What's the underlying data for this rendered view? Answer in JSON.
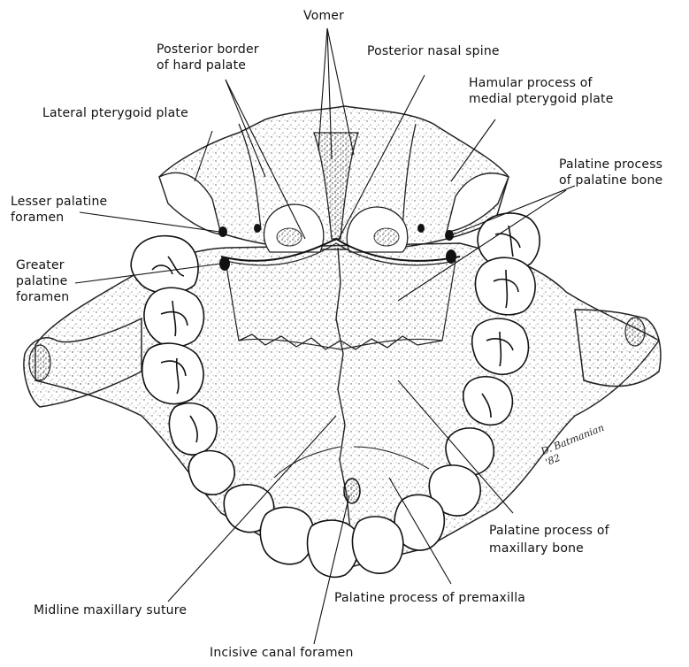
{
  "labels": {
    "vomer": "Vomer",
    "posterior_border_l1": "Posterior border",
    "posterior_border_l2": "of hard palate",
    "posterior_nasal_spine": "Posterior nasal spine",
    "hamular_l1": "Hamular process of",
    "hamular_l2": "medial pterygoid plate",
    "lateral_pterygoid": "Lateral pterygoid plate",
    "palatine_process_palatine_l1": "Palatine process",
    "palatine_process_palatine_l2": "of palatine bone",
    "lesser_palatine_l1": "Lesser palatine",
    "lesser_palatine_l2": "foramen",
    "greater_palatine_l1": "Greater",
    "greater_palatine_l2": "palatine",
    "greater_palatine_l3": "foramen",
    "palatine_process_maxillary_l1": "Palatine process of",
    "palatine_process_maxillary_l2": "maxillary bone",
    "midline_suture": "Midline maxillary suture",
    "palatine_process_premaxilla": "Palatine process of premaxilla",
    "incisive_canal": "Incisive canal foramen"
  },
  "signature": {
    "name": "D. Batmanian",
    "year": "'82"
  }
}
